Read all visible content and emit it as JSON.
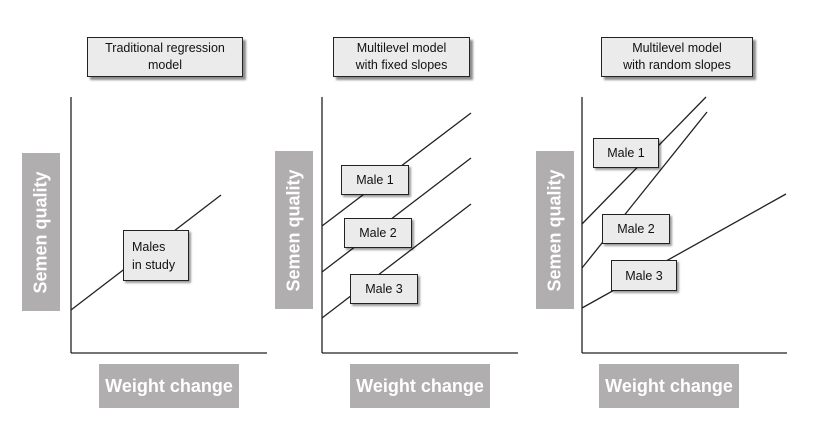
{
  "panels": [
    {
      "title_line1": "Traditional regression",
      "title_line2": "model",
      "y_label": "Semen quality",
      "x_label": "Weight change",
      "labels": [
        {
          "line1": "Males",
          "line2": "in study"
        }
      ]
    },
    {
      "title_line1": "Multilevel model",
      "title_line2": "with fixed slopes",
      "y_label": "Semen quality",
      "x_label": "Weight change",
      "labels": [
        {
          "text": "Male 1"
        },
        {
          "text": "Male 2"
        },
        {
          "text": "Male 3"
        }
      ]
    },
    {
      "title_line1": "Multilevel model",
      "title_line2": "with random slopes",
      "y_label": "Semen quality",
      "x_label": "Weight change",
      "labels": [
        {
          "text": "Male 1"
        },
        {
          "text": "Male 2"
        },
        {
          "text": "Male 3"
        }
      ]
    }
  ]
}
